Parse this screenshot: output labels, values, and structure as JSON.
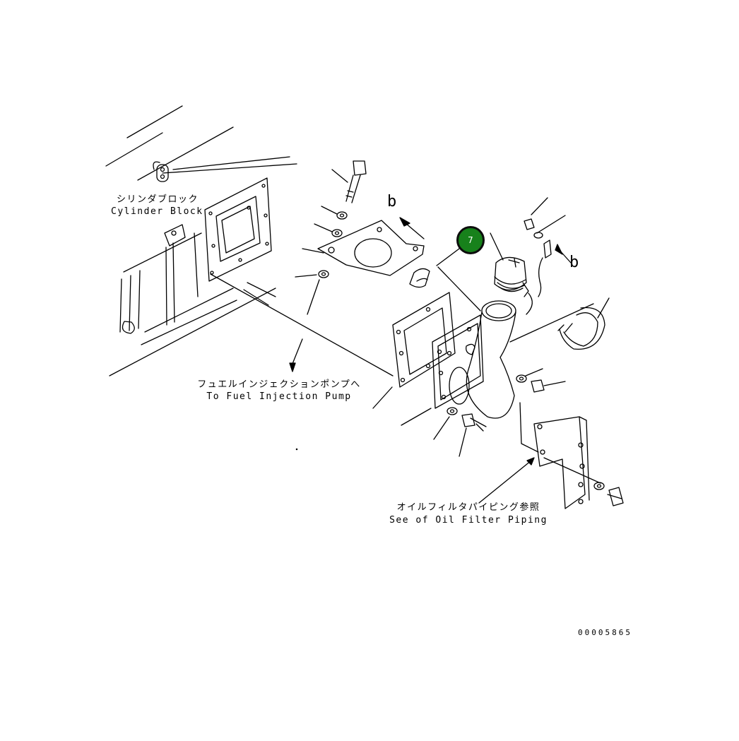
{
  "labels": {
    "cylinder_block_jp": "シリンダブロック",
    "cylinder_block_en": "Cylinder Block",
    "fuel_pump_jp": "フュエルインジェクションポンプへ",
    "fuel_pump_en": "To Fuel Injection Pump",
    "oil_filter_jp": "オイルフィルタパイピング参照",
    "oil_filter_en": "See of Oil Filter Piping",
    "view_mark_top": "b",
    "view_mark_right": "b",
    "drawing_number": "00005865"
  },
  "callouts": [
    {
      "label": "7",
      "color": "#17811b"
    }
  ]
}
